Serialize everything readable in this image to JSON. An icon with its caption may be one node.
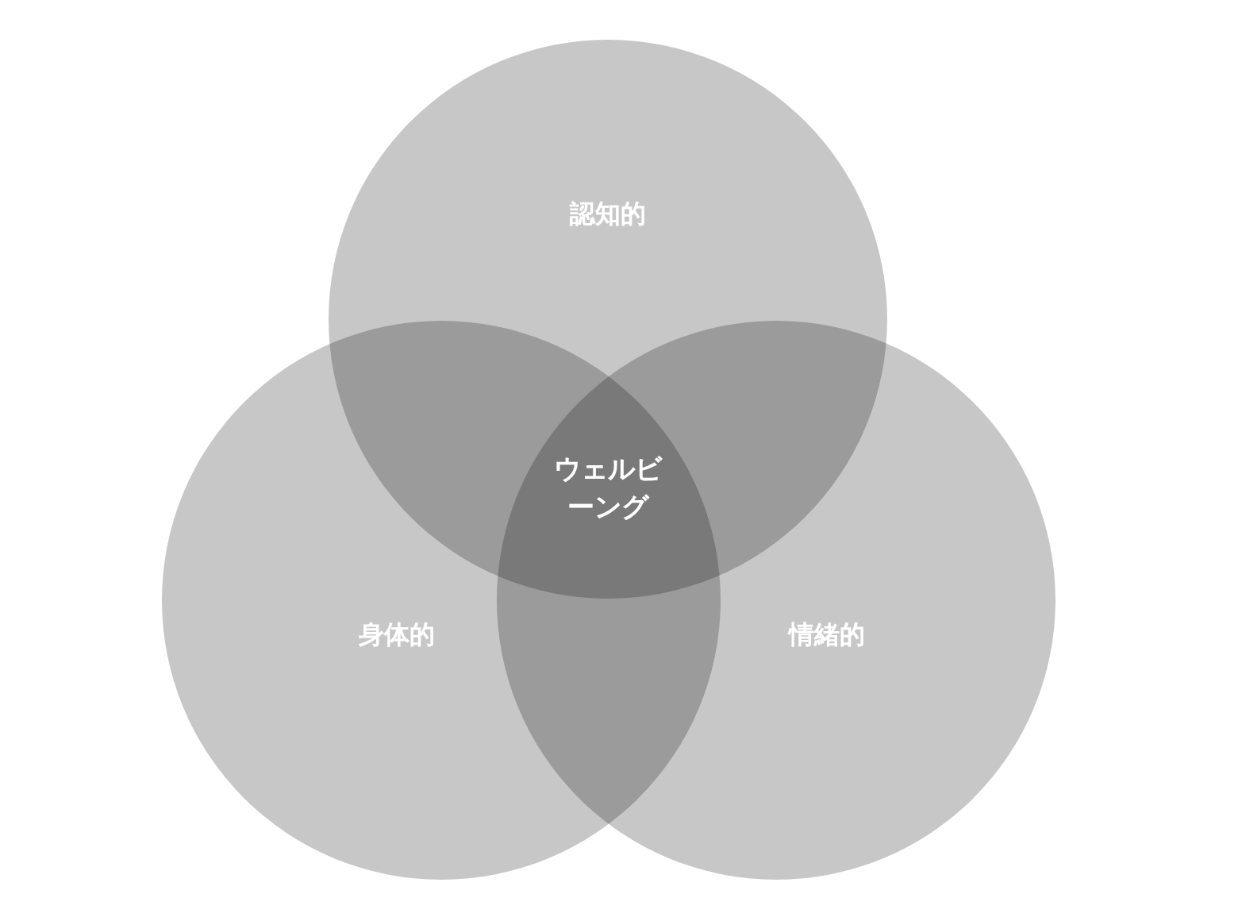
{
  "diagram": {
    "nodes": [
      {
        "text": [
          "認知的"
        ]
      },
      {
        "text": [
          "身体的"
        ]
      },
      {
        "text": [
          "情緒的"
        ]
      },
      {
        "text": [
          "ウェルビーング"
        ]
      }
    ]
  }
}
